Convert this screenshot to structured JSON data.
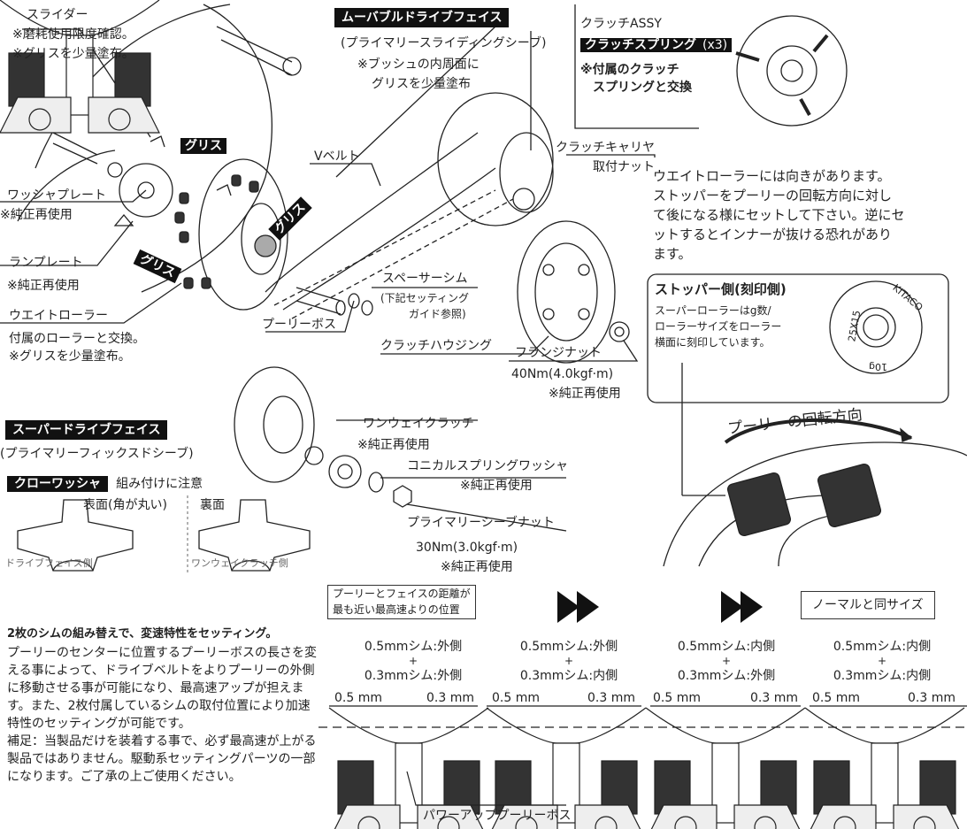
{
  "top": {
    "slider": {
      "title": "スライダー",
      "note1": "※磨耗使用限度確認。",
      "note2": "※グリスを少量塗布。"
    },
    "movable_face": {
      "title": "ムーバブルドライブフェイス",
      "sub": "(プライマリースライディングシーブ)",
      "note1": "※ブッシュの内周面に",
      "note2": "グリスを少量塗布"
    },
    "clutch_assy": {
      "title": "クラッチASSY",
      "spring_label": "クラッチスプリング",
      "spring_count": "(x3)",
      "note1": "※付属のクラッチ",
      "note2": "スプリングと交換"
    },
    "grease_label": "グリス",
    "vbelt": "Vベルト",
    "clutch_carrier": {
      "line1": "クラッチキャリヤ",
      "line2": "取付ナット"
    },
    "washer_plate": {
      "title": "ワッシャプレート",
      "note": "※純正再使用"
    },
    "ramp_plate": {
      "title": "ランプレート",
      "note": "※純正再使用"
    },
    "weight_roller": {
      "title": "ウエイトローラー",
      "note1": "付属のローラーと交換。",
      "note2": "※グリスを少量塗布。"
    },
    "pulley_boss": "プーリーボス",
    "spacer_shim": {
      "title": "スペーサーシム",
      "note1": "(下記セッティング",
      "note2": "ガイド参照)"
    },
    "clutch_housing": "クラッチハウジング",
    "flange_nut": {
      "title": "フランジナット",
      "torque": "40Nm(4.0kgf·m)",
      "note": "※純正再使用"
    },
    "super_drive_face": {
      "title": "スーパードライブフェイス",
      "sub": "(プライマリーフィックスドシーブ)"
    },
    "one_way_clutch": {
      "title": "ワンウェイクラッチ",
      "note": "※純正再使用"
    },
    "conical_washer": {
      "title": "コニカルスプリングワッシャ",
      "note": "※純正再使用"
    },
    "primary_nut": {
      "title": "プライマリーシーブナット",
      "torque": "30Nm(3.0kgf·m)",
      "note": "※純正再使用"
    },
    "claw_washer": {
      "title": "クローワッシャ",
      "note": "組み付けに注意",
      "front": "表面(角が丸い)",
      "back": "裏面",
      "front_side": "ドライブフェイス側",
      "back_side": "ワンウェイクラッチ側"
    }
  },
  "roller_info": {
    "lines": [
      "ウエイトローラーには向きがあります。",
      "ストッパーをプーリーの回転方向に対し",
      "て後になる様にセットして下さい。逆にセ",
      "ットするとインナーが抜ける恐れがあり",
      "ます。"
    ],
    "stopper_title": "ストッパー側(刻印側)",
    "stopper_lines": [
      "スーパーローラーはg数/",
      "ローラーサイズをローラー",
      "横面に刻印しています。"
    ],
    "roller_marks": {
      "size": "25X15",
      "brand": "KITACO",
      "weight": "10g"
    },
    "rotation": "プーリーの回転方向"
  },
  "setting": {
    "heading": "2枚のシムの組み替えで、変速特性をセッティング。",
    "body": "プーリーのセンターに位置するプーリーボスの長さを変える事によって、ドライブベルトをよりプーリーの外側に移動させる事が可能になり、最高速アップが担えます。また、2枚付属しているシムの取付位置により加速特性のセッティングが可能です。",
    "note": "補足：当製品だけを装着する事で、必ず最高速が上がる製品ではありません。駆動系セッティングパーツの一部になります。ご了承の上ご使用ください。",
    "box_left": [
      "プーリーとフェイスの距離が",
      "最も近い最高速よりの位置"
    ],
    "box_right": "ノーマルと同サイズ",
    "configs": [
      {
        "a": "0.5mmシム:外側",
        "plus": "+",
        "b": "0.3mmシム:外側"
      },
      {
        "a": "0.5mmシム:外側",
        "plus": "+",
        "b": "0.3mmシム:内側"
      },
      {
        "a": "0.5mmシム:内側",
        "plus": "+",
        "b": "0.3mmシム:外側"
      },
      {
        "a": "0.5mmシム:内側",
        "plus": "+",
        "b": "0.3mmシム:内側"
      }
    ],
    "dim_a": "0.5 mm",
    "dim_b": "0.3 mm",
    "boss_label": "パワーアッププーリーボス"
  }
}
